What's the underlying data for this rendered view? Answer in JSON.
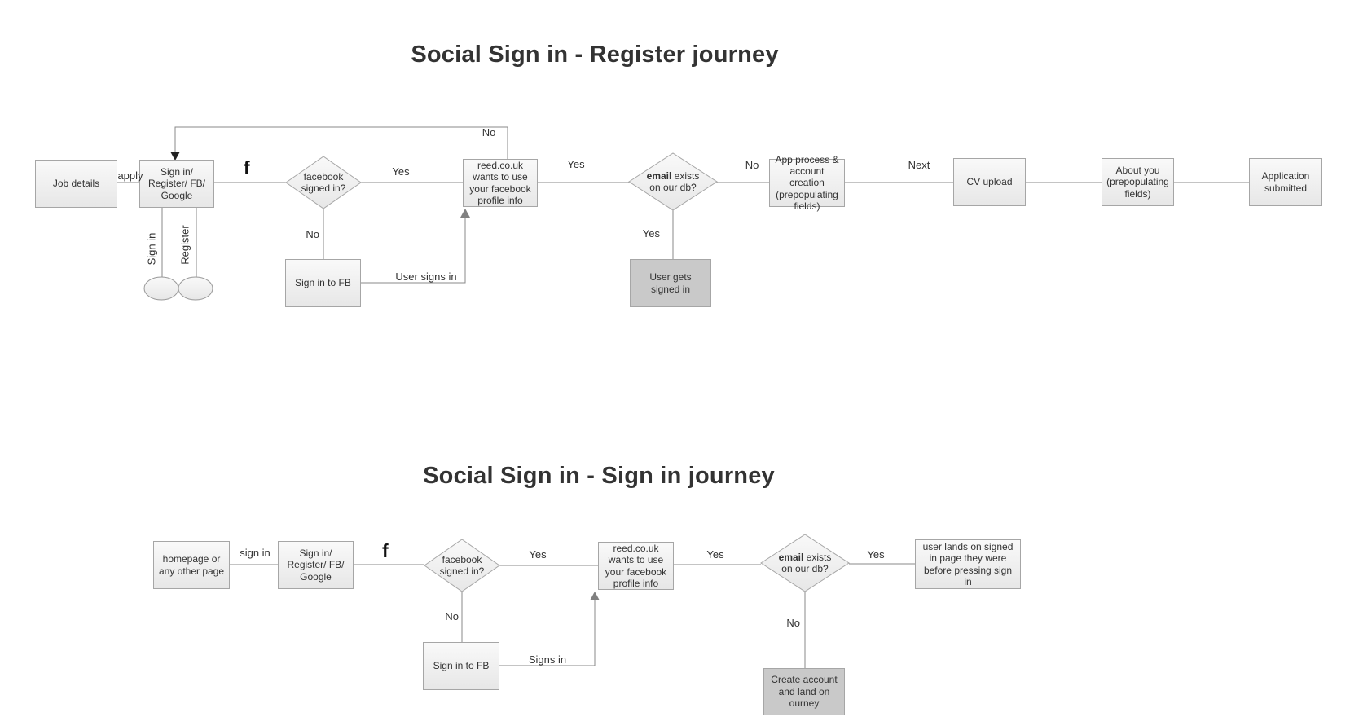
{
  "register_journey": {
    "title": "Social Sign in - Register journey",
    "nodes": {
      "job_details": "Job details",
      "sign_in_register": "Sign in/\nRegister/ FB/\nGoogle",
      "facebook_check": "facebook\nsigned in?",
      "reed_permission": "reed.co.uk\nwants to use\nyour facebook\nprofile info",
      "email_check_bold": "email",
      "email_check_rest": " exists\non our db?",
      "app_process": "App process &\naccount creation\n(prepopulating\nfields)",
      "cv_upload": "CV upload",
      "about_you": "About you\n(prepopulating\nfields)",
      "application_submitted": "Application\nsubmitted",
      "sign_in_to_fb": "Sign in to FB",
      "user_gets_signed_in": "User gets\nsigned in"
    },
    "labels": {
      "apply": "apply",
      "loop_no": "No",
      "fb_yes": "Yes",
      "fb_no": "No",
      "reed_yes": "Yes",
      "email_no": "No",
      "email_yes": "Yes",
      "next": "Next",
      "sign_in_branch": "Sign in",
      "register_branch": "Register",
      "user_signs_in": "User signs in",
      "facebook_icon": "f"
    }
  },
  "sign_in_journey": {
    "title": "Social Sign in - Sign in journey",
    "nodes": {
      "homepage": "homepage or\nany other page",
      "sign_in_register": "Sign in/\nRegister/ FB/\nGoogle",
      "facebook_check": "facebook\nsigned in?",
      "reed_permission": "reed.co.uk\nwants to use\nyour facebook\nprofile info",
      "email_check_bold": "email",
      "email_check_rest": " exists\non our db?",
      "user_lands": "user lands on signed\nin page they were\nbefore pressing sign\nin",
      "sign_in_to_fb": "Sign in to FB",
      "create_account": "Create account\nand land on\nourney"
    },
    "labels": {
      "sign_in": "sign in",
      "fb_yes": "Yes",
      "fb_no": "No",
      "reed_yes": "Yes",
      "email_yes": "Yes",
      "email_no": "No",
      "signs_in": "Signs in",
      "facebook_icon": "f"
    }
  },
  "colors": {
    "node_fill_top": "#f9f9f9",
    "node_fill_bottom": "#e7e7e7",
    "node_border": "#a6a6a6",
    "dark_node_fill": "#c9c9c9",
    "connector": "#888888",
    "text": "#333333",
    "title": "#333333"
  }
}
